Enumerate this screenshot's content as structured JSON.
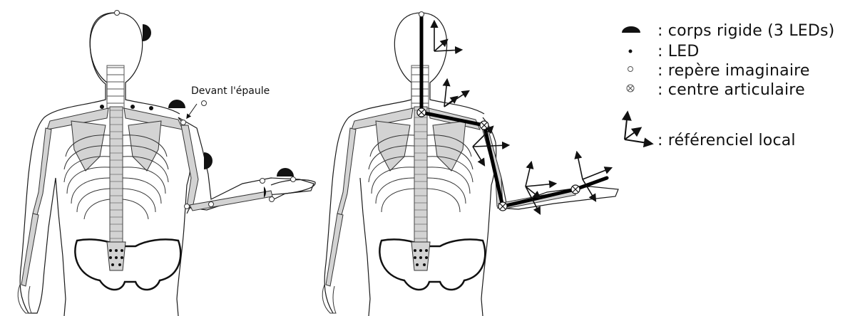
{
  "callout": {
    "shoulder_front": "Devant l'épaule"
  },
  "legend": {
    "items": [
      {
        "symbol": "rigid-body-icon",
        "label": ": corps rigide (3 LEDs)"
      },
      {
        "symbol": "led-dot-icon",
        "label": ": LED"
      },
      {
        "symbol": "open-circle-icon",
        "label": ": repère imaginaire"
      },
      {
        "symbol": "crossed-circle-icon",
        "label": ": centre articulaire"
      },
      {
        "symbol": "frame-arrows-icon",
        "label": ": référenciel local"
      }
    ]
  },
  "colors": {
    "bone": "#d3d3d3",
    "outline": "#1a1a1a",
    "segment": "#000000"
  }
}
